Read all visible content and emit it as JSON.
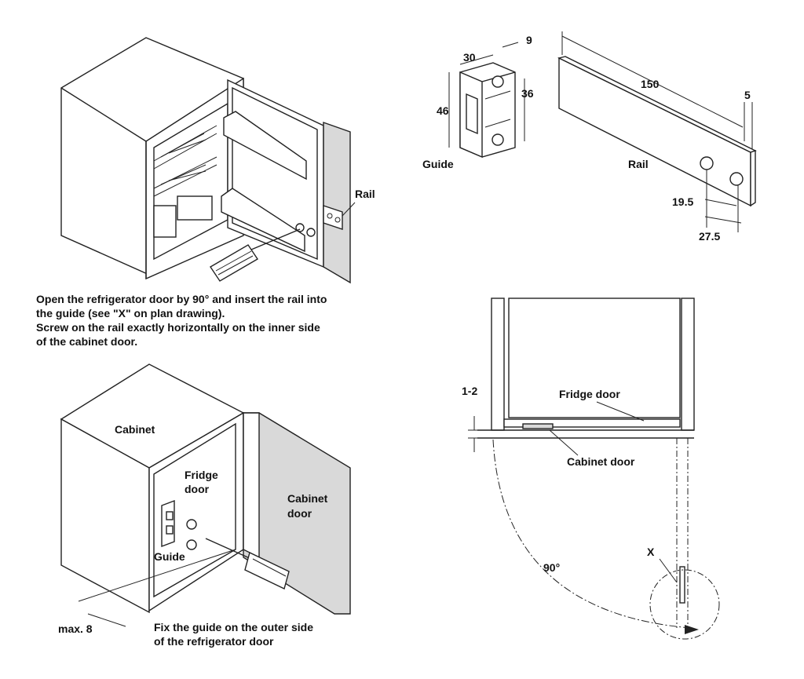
{
  "top_left": {
    "rail_label": "Rail",
    "caption_lines": [
      "Open the refrigerator door by 90° and insert the rail into",
      "the guide (see \"X\" on plan drawing).",
      "Screw on the rail exactly horizontally on the inner side",
      "of the cabinet door."
    ]
  },
  "top_right": {
    "guide_label": "Guide",
    "rail_label": "Rail",
    "dim_guide_width": "30",
    "dim_guide_depth": "9",
    "dim_guide_height": "46",
    "dim_guide_hole_spacing": "36",
    "dim_rail_length": "150",
    "dim_rail_thickness": "5",
    "dim_rail_hole1": "19.5",
    "dim_rail_hole2": "27.5"
  },
  "bottom_left": {
    "cabinet_label": "Cabinet",
    "fridge_door_label_1": "Fridge",
    "fridge_door_label_2": "door",
    "cabinet_door_label_1": "Cabinet",
    "cabinet_door_label_2": "door",
    "guide_label": "Guide",
    "max_label": "max. 8",
    "caption_lines": [
      "Fix the guide on the outer side",
      "of the refrigerator door"
    ]
  },
  "bottom_right": {
    "fridge_door_label": "Fridge door",
    "cabinet_door_label": "Cabinet door",
    "gap_label": "1-2",
    "angle_label": "90°",
    "x_label": "X"
  }
}
